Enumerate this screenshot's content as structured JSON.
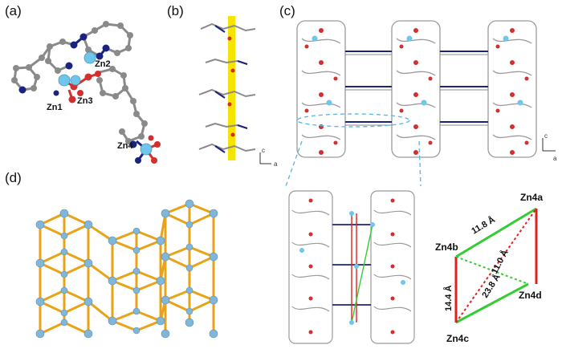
{
  "panel_labels": {
    "a": "(a)",
    "b": "(b)",
    "c": "(c)",
    "d": "(d)"
  },
  "atom_labels": {
    "zn1": "Zn1",
    "zn2": "Zn2",
    "zn3": "Zn3",
    "zn4": "Zn4"
  },
  "axes": {
    "b_c": "c",
    "b_a": "a",
    "c_c": "c",
    "c_a": "a"
  },
  "geometry": {
    "zn4a": "Zn4a",
    "zn4b": "Zn4b",
    "zn4c": "Zn4c",
    "zn4d": "Zn4d",
    "d_ab": "11.8 Å",
    "d_bd": "11.0 Å",
    "d_bc": "14.4 Å",
    "d_ac": "23.8 Å"
  },
  "colors": {
    "carbon": "#8a8a8a",
    "nitrogen": "#1a237e",
    "oxygen": "#d32f2f",
    "zinc": "#6ec6ea",
    "rod": "#f5e400",
    "net": "#e8a317",
    "node": "#7fb6d9",
    "red_line": "#e02020",
    "green_line": "#33cc33",
    "dash": "#5fb8e6"
  }
}
